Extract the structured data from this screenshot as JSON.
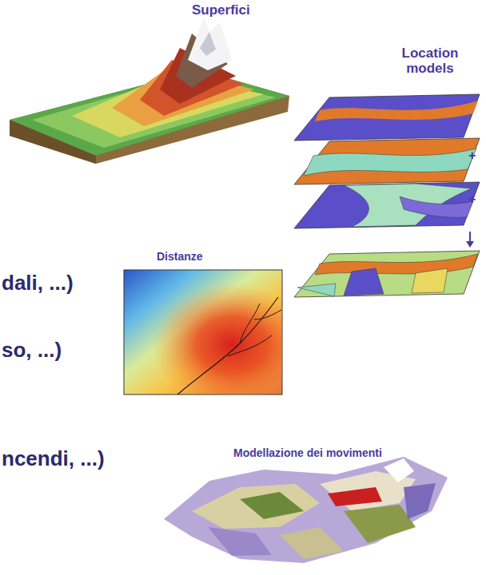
{
  "diagram": {
    "labels": [
      "Superfici",
      "Location models",
      "+",
      "+",
      "dali, ...)",
      "Distanze",
      "so, ...)",
      "ncendi, ...)",
      "Modellazione dei movimenti"
    ]
  }
}
